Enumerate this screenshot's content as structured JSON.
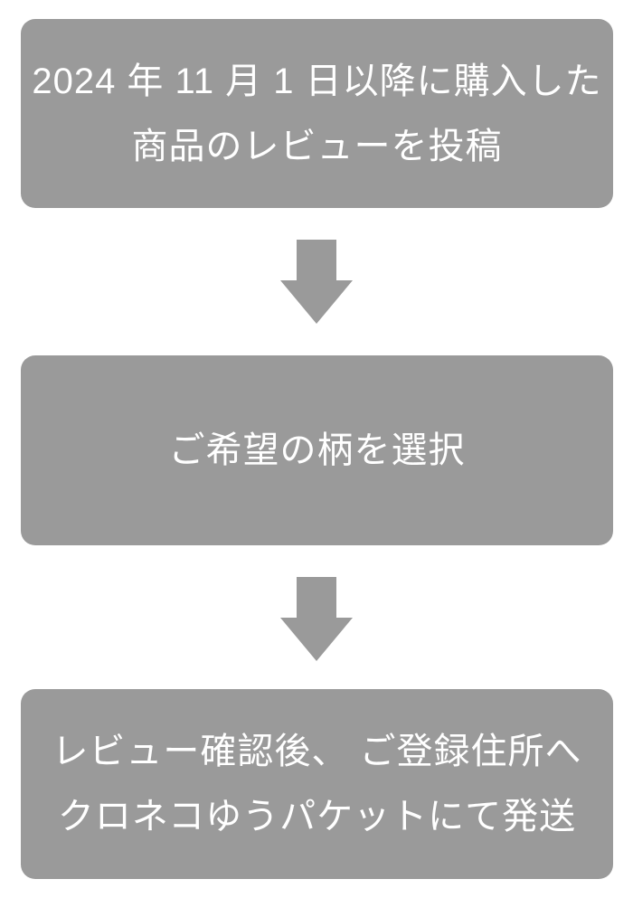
{
  "page": {
    "background_color": "#ffffff"
  },
  "flowchart": {
    "box_color": "#9a9a9a",
    "text_color": "#ffffff",
    "arrow_color": "#9a9a9a",
    "steps": [
      {
        "name": "post-review",
        "lines": {
          "0": "2024 年 11 月 1 日以降に購入した",
          "1": "商品のレビューを投稿"
        }
      },
      {
        "name": "select-pattern",
        "lines": {
          "0": "ご希望の柄を選択"
        }
      },
      {
        "name": "shipping",
        "lines": {
          "0": "レビュー確認後、 ご登録住所へ",
          "1": "クロネコゆうパケットにて発送"
        }
      }
    ]
  }
}
